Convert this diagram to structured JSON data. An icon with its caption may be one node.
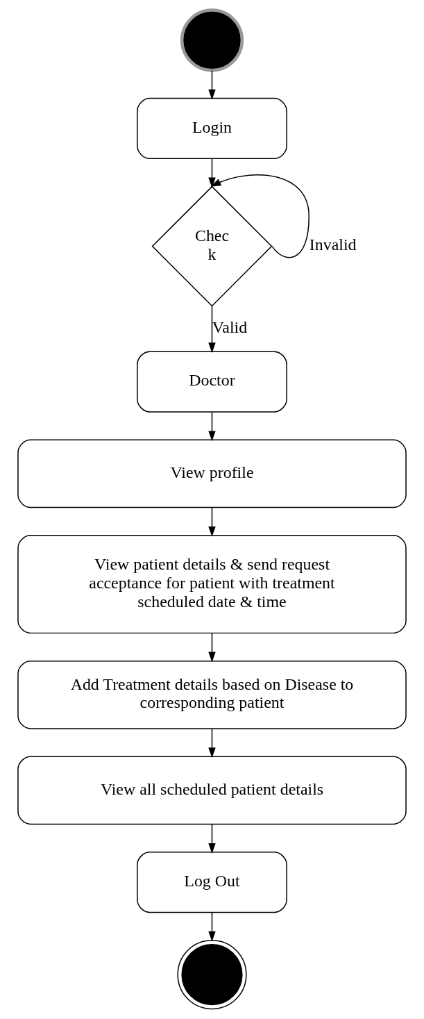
{
  "diagram": {
    "nodes": [
      {
        "text": [],
        "shape": "circle"
      },
      {
        "text": [
          "Login"
        ]
      },
      {
        "text": [
          "Chec k"
        ]
      },
      {
        "text": [
          "Doctor"
        ]
      },
      {
        "text": [
          "View profile"
        ]
      },
      {
        "text": [
          "View patient details & send request acceptance for patient with treatment scheduled date & time"
        ]
      },
      {
        "text": [
          "Add Treatment details based on Disease to corresponding patient"
        ]
      },
      {
        "text": [
          "View all scheduled patient details"
        ]
      },
      {
        "text": [
          "Log Out"
        ]
      },
      {
        "text": [],
        "shape": "circle"
      }
    ],
    "edges": [
      {
        "from": 0,
        "to": 1,
        "arrow": "to"
      },
      {
        "from": 1,
        "to": 2,
        "arrow": "to"
      },
      {
        "from": 2,
        "to": 2,
        "arrow": "to",
        "label": "Invalid"
      },
      {
        "from": 2,
        "to": 3,
        "arrow": "to",
        "label": "Valid"
      },
      {
        "from": 3,
        "to": 4,
        "arrow": "to"
      },
      {
        "from": 4,
        "to": 5,
        "arrow": "to"
      },
      {
        "from": 5,
        "to": 6,
        "arrow": "to"
      },
      {
        "from": 6,
        "to": 7,
        "arrow": "to"
      },
      {
        "from": 7,
        "to": 8,
        "arrow": "to"
      },
      {
        "from": 8,
        "to": 9,
        "arrow": "to"
      }
    ]
  }
}
